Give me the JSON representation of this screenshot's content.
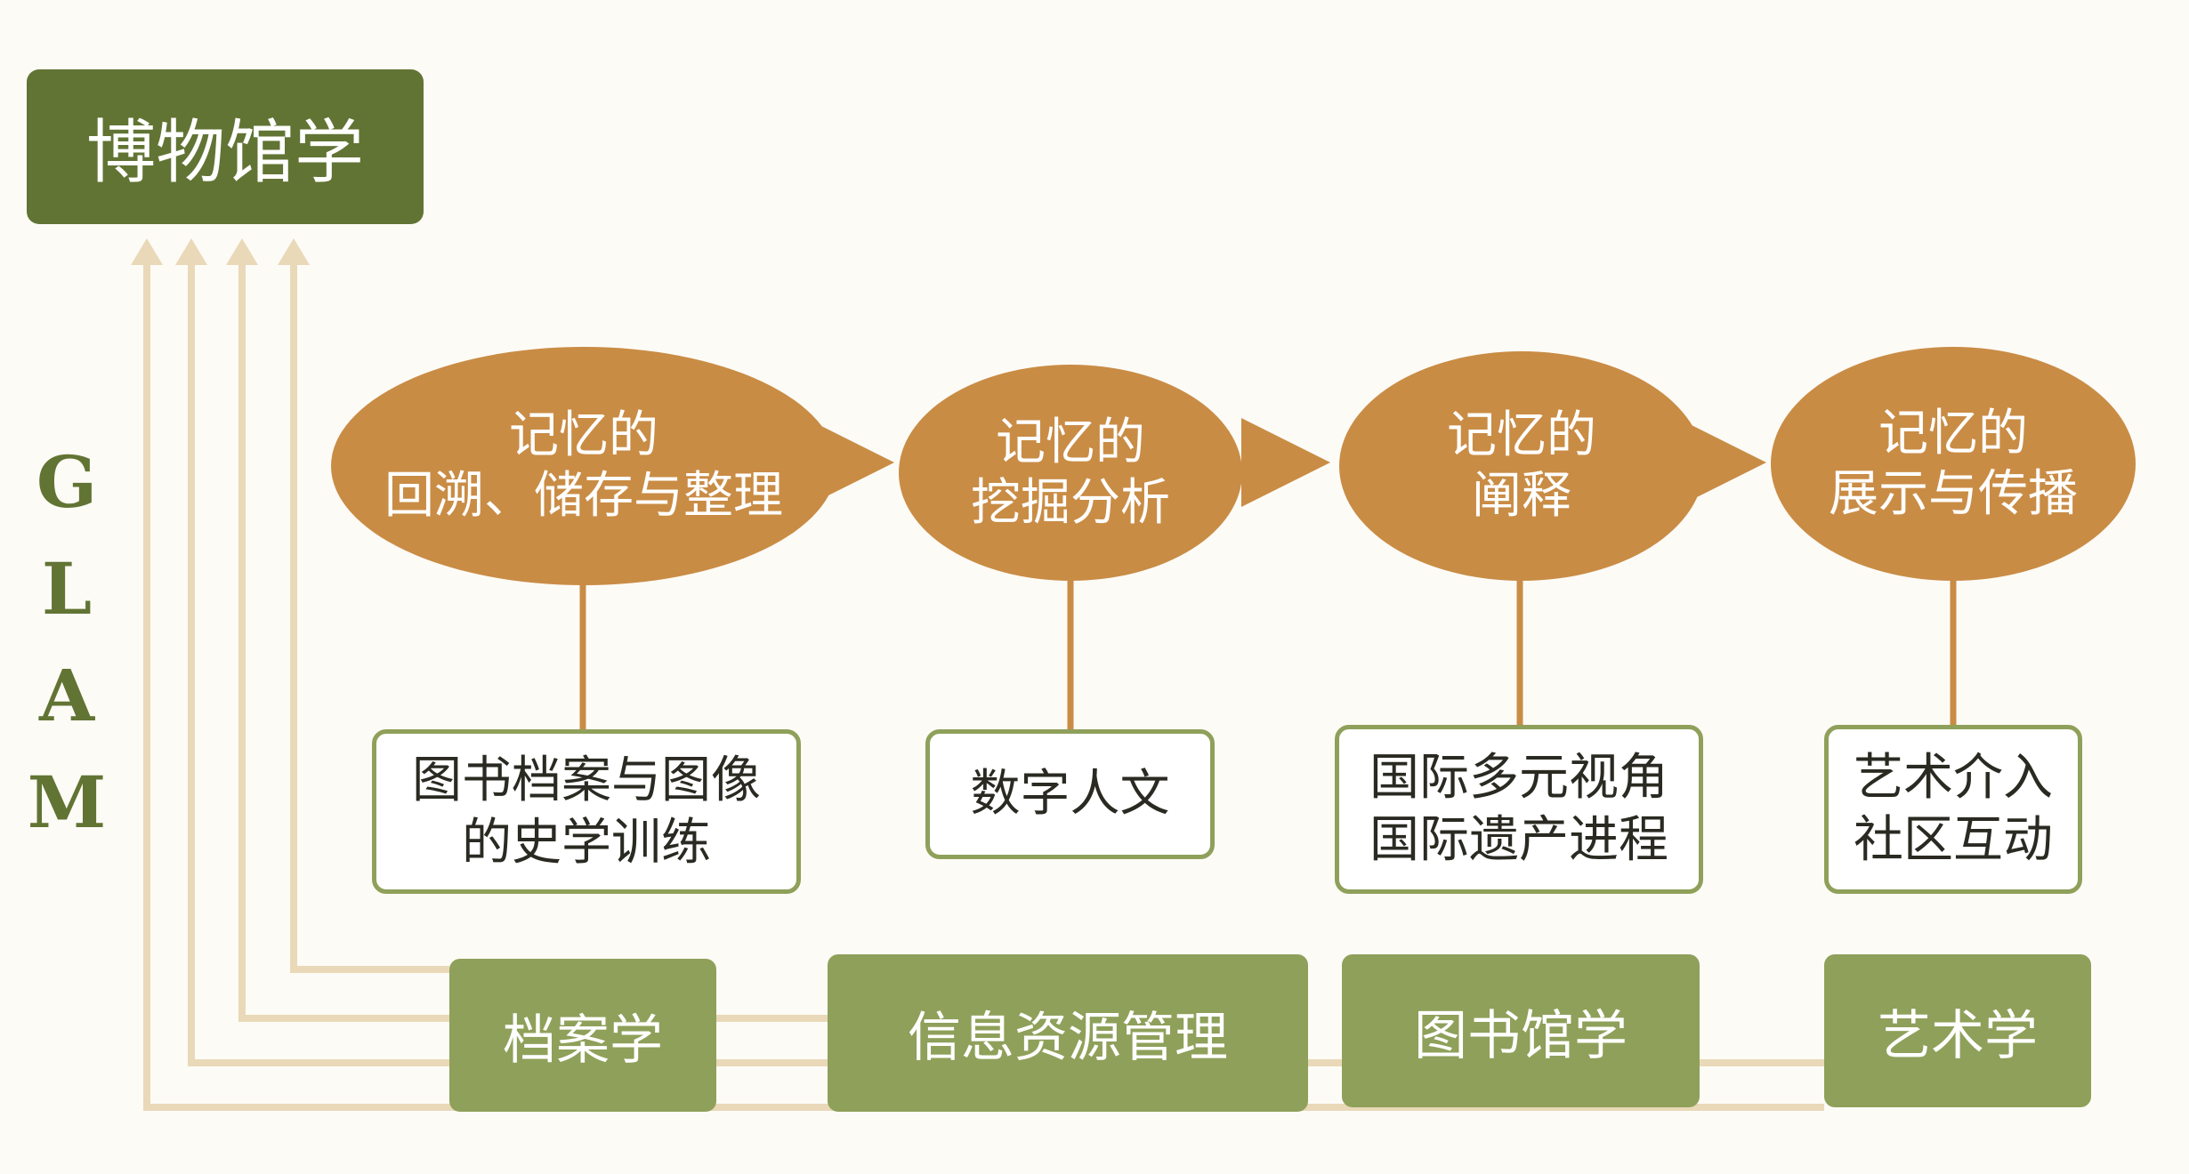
{
  "title": "博物馆学",
  "glam_letters": [
    "G",
    "L",
    "A",
    "M"
  ],
  "stages": [
    {
      "line1": "记忆的",
      "line2": "回溯、储存与整理"
    },
    {
      "line1": "记忆的",
      "line2": "挖掘分析"
    },
    {
      "line1": "记忆的",
      "line2": "阐释"
    },
    {
      "line1": "记忆的",
      "line2": "展示与传播"
    }
  ],
  "topics": [
    {
      "lines": [
        "图书档案与图像",
        "的史学训练"
      ]
    },
    {
      "lines": [
        "数字人文"
      ]
    },
    {
      "lines": [
        "国际多元视角",
        "国际遗产进程"
      ]
    },
    {
      "lines": [
        "艺术介入",
        "社区互动"
      ]
    }
  ],
  "disciplines": [
    "档案学",
    "信息资源管理",
    "图书馆学",
    "艺术学"
  ],
  "colors": {
    "title_box": "#627434",
    "ellipse": "#c98c45",
    "discipline": "#8fa05a",
    "arrow_lines": "#e9d9b8"
  }
}
